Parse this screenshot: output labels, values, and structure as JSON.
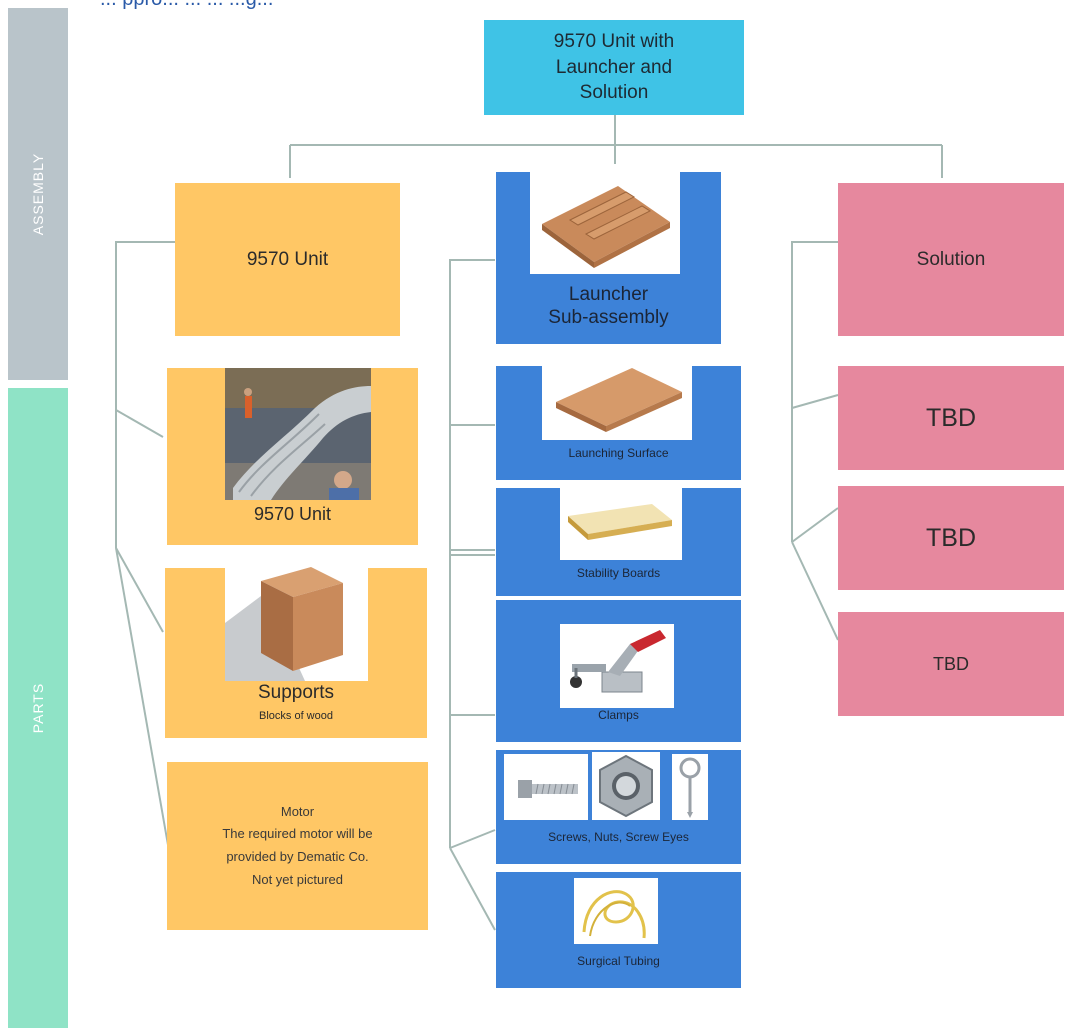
{
  "header_clip": "... ppro... ... ... ...g...",
  "side_labels": {
    "assembly": "ASSEMBLY",
    "parts": "PARTS"
  },
  "root": {
    "label": "9570 Unit with Launcher and Solution"
  },
  "assemblies": [
    {
      "id": "unit",
      "label": "9570 Unit"
    },
    {
      "id": "launcher",
      "label_line1": "Launcher",
      "label_line2": "Sub-assembly"
    },
    {
      "id": "solution",
      "label": "Solution"
    }
  ],
  "unit_parts": [
    {
      "label": "9570 Unit",
      "image": "conveyor-photo"
    },
    {
      "label": "Supports",
      "sublabel": "Blocks of wood",
      "image": "wood-block-icon"
    },
    {
      "lines": [
        "Motor",
        "The required motor will be",
        "provided by Dematic Co.",
        "Not yet pictured"
      ]
    }
  ],
  "launcher_parts": [
    {
      "label": "Launching Surface",
      "image": "launching-surface-icon"
    },
    {
      "label": "Stability Boards",
      "image": "stability-board-icon"
    },
    {
      "label": "Clamps",
      "image": "clamp-icon"
    },
    {
      "label": "Screws, Nuts, Screw Eyes",
      "images": [
        "screw-icon",
        "nut-icon",
        "screw-eye-icon"
      ]
    },
    {
      "label": "Surgical Tubing",
      "image": "tubing-icon"
    }
  ],
  "solution_parts": [
    {
      "label": "TBD"
    },
    {
      "label": "TBD"
    },
    {
      "label": "TBD"
    }
  ],
  "colors": {
    "unit": "#ffc765",
    "launcher": "#3d82d8",
    "solution": "#e6889e",
    "root": "#3fc3e6",
    "assembly_band": "#b9c4ca",
    "parts_band": "#8fe3c6",
    "connector": "#a4b8b3"
  }
}
